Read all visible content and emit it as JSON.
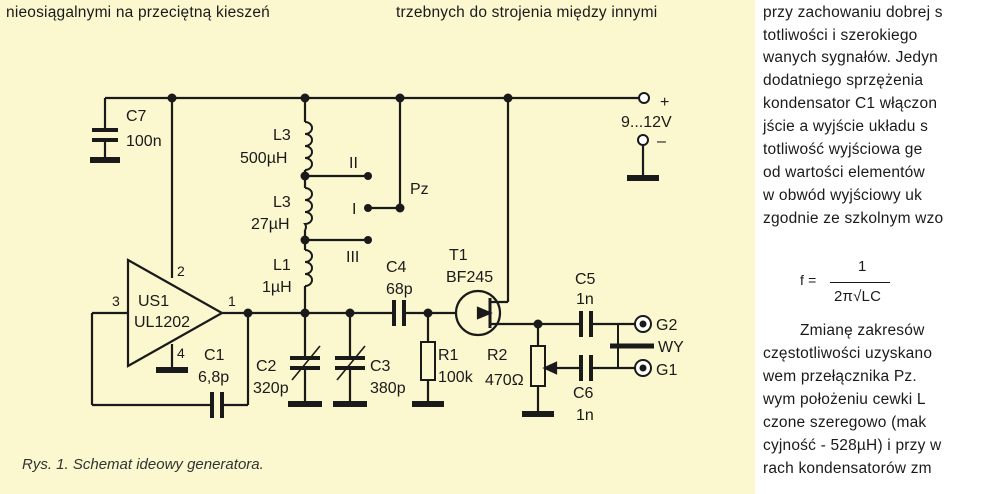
{
  "left_text": {
    "line1_a": "nieosiągalnymi na przeciętną kieszeń",
    "line1_b": "trzebnych do strojenia między innymi"
  },
  "right_text": {
    "lines": [
      "przy zachowaniu dobrej s",
      "totliwości i szerokiego",
      "wanych sygnałów. Jedyn",
      "dodatniego sprzężenia",
      "kondensator C1 włączon",
      "jście a wyjście układu s",
      "totliwość wyjściowa ge",
      "od wartości elementów",
      "w obwód wyjściowy uk",
      "zgodnie ze szkolnym wzo"
    ],
    "formula_lhs": "f =",
    "formula_num": "1",
    "formula_den": "2π√LC",
    "lines2": [
      "Zmianę zakresów",
      "częstotliwości uzyskano",
      "wem przełącznika Pz.",
      "wym położeniu cewki L",
      "czone szeregowo (mak",
      "cyjność - 528µH) i przy w",
      "rach kondensatorów zm"
    ]
  },
  "caption": "Rys. 1. Schemat ideowy generatora.",
  "schematic": {
    "c7_name": "C7",
    "c7_value": "100n",
    "supply_plus": "+",
    "supply_minus": "–",
    "supply_range": "9...12V",
    "l3a_name": "L3",
    "l3a_value": "500µH",
    "l3b_name": "L3",
    "l3b_value": "27µH",
    "l1_name": "L1",
    "l1_value": "1µH",
    "pos_ii": "II",
    "pos_i": "I",
    "pos_iii": "III",
    "switch_name": "Pz",
    "ic_name": "US1",
    "ic_type": "UL1202",
    "pin2": "2",
    "pin3": "3",
    "pin1": "1",
    "pin4": "4",
    "c1_name": "C1",
    "c1_value": "6,8p",
    "c2_name": "C2",
    "c2_value": "320p",
    "c3_name": "C3",
    "c3_value": "380p",
    "c4_name": "C4",
    "c4_value": "68p",
    "t1_name": "T1",
    "t1_type": "BF245",
    "r1_name": "R1",
    "r1_value": "100k",
    "r2_name": "R2",
    "r2_value": "470Ω",
    "c5_name": "C5",
    "c5_value": "1n",
    "c6_name": "C6",
    "c6_value": "1n",
    "g2": "G2",
    "wy": "WY",
    "g1": "G1"
  },
  "colors": {
    "paper": "#fbf7cf",
    "ink": "#1a1a1a"
  }
}
